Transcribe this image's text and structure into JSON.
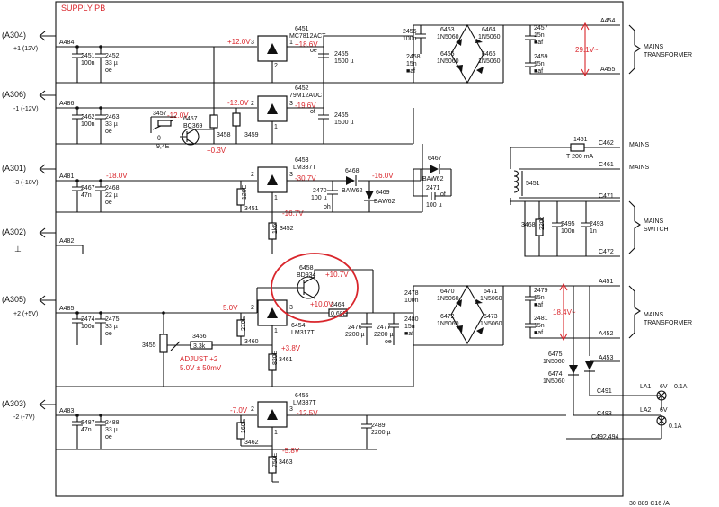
{
  "title": "SUPPLY PB",
  "drawing_no": "30 889 C16 /A",
  "rails": [
    {
      "id": "A304",
      "label": "(A304)",
      "sub": "+1 (12V)",
      "node": "A484"
    },
    {
      "id": "A306",
      "label": "(A306)",
      "sub": "-1 (-12V)",
      "node": "A486"
    },
    {
      "id": "A301",
      "label": "(A301)",
      "sub": "-3 (-18V)",
      "node": "A481"
    },
    {
      "id": "A302",
      "label": "(A302)",
      "sub": "⊥",
      "node": "A482"
    },
    {
      "id": "A305",
      "label": "(A305)",
      "sub": "+2 (+5V)",
      "node": "A485"
    },
    {
      "id": "A303",
      "label": "(A303)",
      "sub": "-2 (-7V)",
      "node": "A483"
    }
  ],
  "regulators": {
    "r6451": {
      "ref": "6451",
      "part": "MC7812ACT",
      "vin": "+18.6V",
      "vout": "+12.0V"
    },
    "r6452": {
      "ref": "6452",
      "part": "79M12AUC",
      "vin": "-19.6V",
      "vout": "-12.0V"
    },
    "r6453": {
      "ref": "6453",
      "part": "LM337T",
      "vin": "-30.7V",
      "vout": "-18.0V",
      "vadj": "-16.7V"
    },
    "r6454": {
      "ref": "6454",
      "part": "LM317T",
      "vout": "5.0V",
      "vadj": "+3.8V"
    },
    "r6455": {
      "ref": "6455",
      "part": "LM337T",
      "vin": "-12.5V",
      "vout": "-7.0V",
      "vadj": "-5.8V"
    }
  },
  "transistors": {
    "t6457": {
      "ref": "6457",
      "part": "BC369",
      "v": "+0.3V"
    },
    "t6458": {
      "ref": "6458",
      "part": "BD934",
      "ve": "+10.7V",
      "vb": "+10.0V"
    }
  },
  "components": {
    "c2451": {
      "ref": "2451",
      "val": "100n"
    },
    "c2452": {
      "ref": "2452",
      "val": "33 µ",
      "pol": "oe"
    },
    "c2455": {
      "ref": "2455",
      "val": "1500 µ",
      "pol": "oe"
    },
    "c2462": {
      "ref": "2462",
      "val": "100n"
    },
    "c2463": {
      "ref": "2463",
      "val": "33 µ",
      "pol": "oe"
    },
    "c2465": {
      "ref": "2465",
      "val": "1500 µ",
      "pol": "of"
    },
    "c2467": {
      "ref": "2467",
      "val": "47n"
    },
    "c2468": {
      "ref": "2468",
      "val": "22 µ",
      "pol": "oe"
    },
    "c2470": {
      "ref": "2470",
      "val": "100 µ",
      "pol": "oh"
    },
    "c2471": {
      "ref": "2471",
      "val": "100 µ",
      "pol": "of"
    },
    "c2474": {
      "ref": "2474",
      "val": "100n"
    },
    "c2475": {
      "ref": "2475",
      "val": "33 µ",
      "pol": "oe"
    },
    "c2476": {
      "ref": "2476",
      "val": "2200 µ"
    },
    "c2477": {
      "ref": "2477",
      "val": "2200 µ",
      "pol": "oe"
    },
    "c2487": {
      "ref": "2487",
      "val": "47n"
    },
    "c2488": {
      "ref": "2488",
      "val": "33 µ",
      "pol": "oe"
    },
    "c2489": {
      "ref": "2489",
      "val": "2200 µ"
    },
    "r3457": {
      "ref": "3457",
      "val": "θ",
      "note": "9,4E"
    },
    "r3458": {
      "ref": "3458"
    },
    "r3459": {
      "ref": "3459"
    },
    "r3451": {
      "ref": "3451",
      "val": "120E"
    },
    "r3452": {
      "ref": "3452",
      "val": "1k6"
    },
    "r3455": {
      "ref": "3455"
    },
    "r3456": {
      "ref": "3456",
      "val": "3.3k"
    },
    "r3460": {
      "ref": "3460",
      "val": "270E"
    },
    "r3461": {
      "ref": "3461",
      "val": "820E"
    },
    "r3464": {
      "ref": "3464",
      "val": "0.68E"
    },
    "r3462": {
      "ref": "3462",
      "val": "160E"
    },
    "r3463": {
      "ref": "3463",
      "val": "750E"
    },
    "d6468": {
      "ref": "6468",
      "part": "BAW62",
      "v": "-16.0V"
    },
    "d6469": {
      "ref": "6469",
      "part": "BAW62"
    },
    "d6467": {
      "ref": "6467",
      "part": "BAW62"
    }
  },
  "adjust": {
    "label": "ADJUST +2",
    "value": "5.0V ± 50mV"
  },
  "bridge1": {
    "d6463": "6463",
    "d6464": "6464",
    "d6465": "6465",
    "d6466": "6466",
    "part": "1N5060",
    "c2456": {
      "ref": "2456",
      "val": "100n"
    },
    "c2457": {
      "ref": "2457",
      "val": "15n",
      "mark": "■af"
    },
    "c2458": {
      "ref": "2458",
      "val": "15n",
      "mark": "■af"
    },
    "c2459": {
      "ref": "2459",
      "val": "15n",
      "mark": "■af"
    },
    "ac": "29.1V~",
    "n1": "A454",
    "n2": "A455"
  },
  "bridge2": {
    "d6470": "6470",
    "d6471": "6471",
    "d6472": "6472",
    "d6473": "6473",
    "part": "1N5060",
    "c2478": {
      "ref": "2478",
      "val": "100n"
    },
    "c2479": {
      "ref": "2479",
      "val": "15n",
      "mark": "■af"
    },
    "c2480": {
      "ref": "2480",
      "val": "15n",
      "mark": "■af"
    },
    "c2481": {
      "ref": "2481",
      "val": "15n",
      "mark": "■af"
    },
    "ac": "18.4V~",
    "n1": "A451",
    "n2": "A452"
  },
  "mains": {
    "fuse": {
      "ref": "1451",
      "val": "T 200 mA"
    },
    "c462": "C462",
    "c461": "C461",
    "c471": "C471",
    "c472": "C472",
    "label": "MAINS",
    "label2": "MAINS",
    "transformer": "5451",
    "r3468": {
      "ref": "3468",
      "val": "220k"
    },
    "c2495": {
      "ref": "2495",
      "val": "100n"
    },
    "c2493": {
      "ref": "2493",
      "val": "1n"
    },
    "switch_label": "MAINS\nSWITCH",
    "mt1": "MAINS\nTRANSFORMER",
    "mt2": "MAINS\nTRANSFORMER"
  },
  "lamps": {
    "a453": "A453",
    "d6475": {
      "ref": "6475",
      "part": "1N5060"
    },
    "d6474": {
      "ref": "6474",
      "part": "1N5060"
    },
    "c491": "C491",
    "c493": "C493",
    "c492": "C492,494",
    "la1": {
      "ref": "LA1",
      "v": "6V",
      "i": "0.1A"
    },
    "la2": {
      "ref": "LA2",
      "v": "6V",
      "i": "0.1A"
    }
  }
}
